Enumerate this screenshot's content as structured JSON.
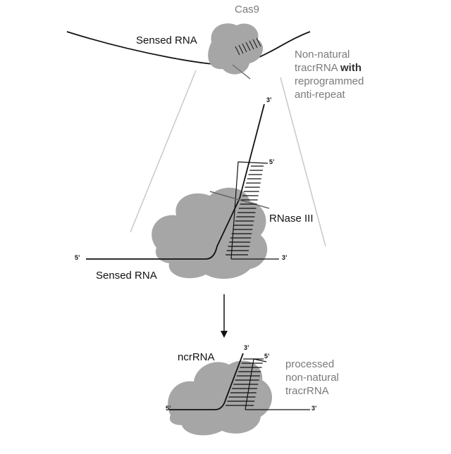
{
  "labels": {
    "cas9": "Cas9",
    "sensed_rna_top": "Sensed RNA",
    "sensed_rna_mid": "Sensed RNA",
    "ncrna": "ncrRNA",
    "rnase": "RNase III",
    "three_prime": "3’",
    "five_prime": "5’"
  },
  "notes": {
    "top": {
      "line1": "Non-natural",
      "line2_plain": "tracrRNA ",
      "line2_bold": "with",
      "line3": "reprogrammed",
      "line4": "anti-repeat"
    },
    "bottom": {
      "line1": "processed",
      "line2": "non-natural",
      "line3": "tracrRNA"
    }
  },
  "colors": {
    "protein": "#a6a6a6",
    "line": "#111111",
    "guide": "#c8c8c8",
    "grey_text": "#7a7a7a"
  }
}
